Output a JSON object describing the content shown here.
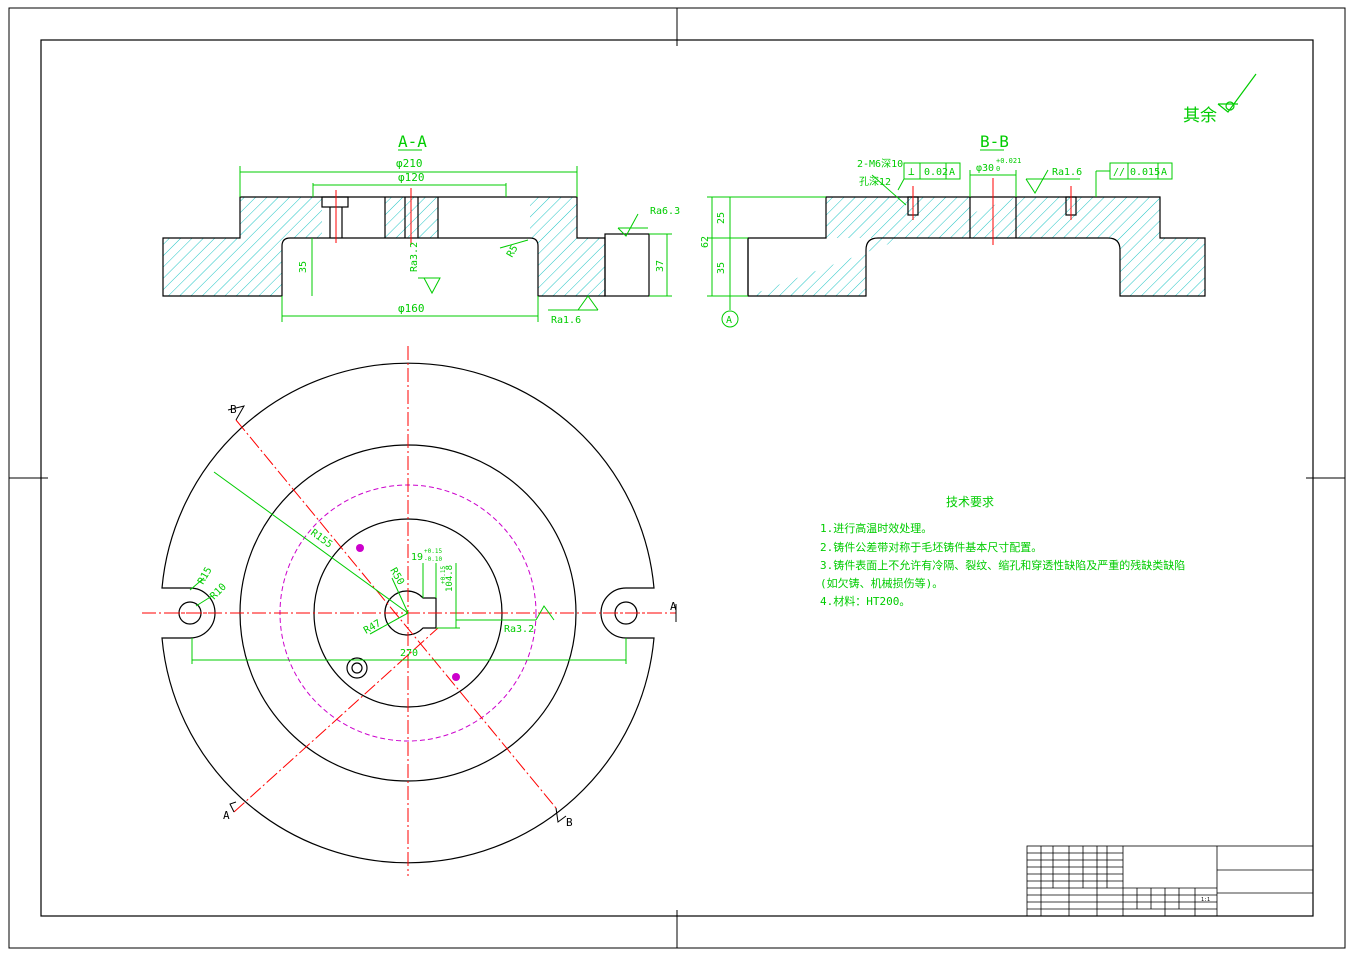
{
  "sections": {
    "aa_title": "A-A",
    "bb_title": "B-B"
  },
  "roughness": {
    "other_label": "其余",
    "ra63": "Ra6.3",
    "ra32_aa": "Ra3.2",
    "ra16_aa": "Ra1.6",
    "ra16_bb": "Ra1.6",
    "ra32_plan": "Ra3.2"
  },
  "dims_aa": {
    "d210": "φ210",
    "d120": "φ120",
    "d160": "φ160",
    "h35": "35",
    "h37": "37",
    "r5": "R5"
  },
  "dims_bb": {
    "holes": "2-M6深10",
    "drill": "孔深12",
    "perp_sym": "⊥",
    "perp_val": "0.02",
    "perp_datum": "A",
    "bore": "φ30",
    "bore_tol": "+0.021",
    "bore_tol_low": "0",
    "par_sym": "//",
    "par_val": "0.015",
    "par_datum": "A",
    "h25": "25",
    "h35": "35",
    "h62": "62",
    "datum": "A"
  },
  "dims_plan": {
    "r155": "R155",
    "r15": "R15",
    "r10": "R10",
    "r50": "R50",
    "r47": "R47",
    "w19": "19",
    "w19_tol": "+0.15",
    "w19_tol2": "-0.10",
    "h104": "104.8",
    "h104_tol": "+0.15",
    "d270": "270",
    "cut_a": "A",
    "cut_b": "B"
  },
  "tech_requirements": {
    "heading": "技术要求",
    "items": [
      "1.进行高温时效处理。",
      "2.铸件公差带对称于毛坯铸件基本尺寸配置。",
      "3.铸件表面上不允许有冷隔、裂纹、缩孔和穿透性缺陷及严重的残缺类缺陷",
      "(如欠铸、机械损伤等)。",
      "4.材料：HT200。"
    ]
  },
  "title_block": {
    "scale": "1:1"
  },
  "colors": {
    "outline": "#000000",
    "annotation": "#00cc00",
    "centerline": "#ff0000",
    "hatch": "#22c5c5",
    "pitch_circle": "#cc00cc"
  }
}
